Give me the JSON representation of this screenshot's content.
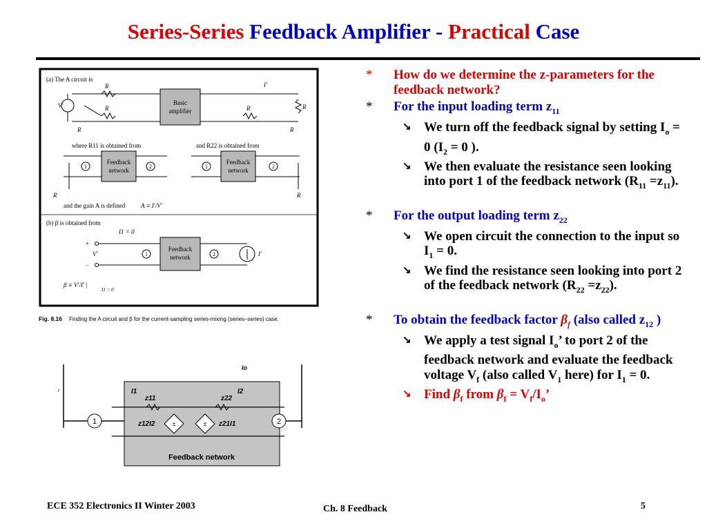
{
  "title": {
    "part1": "Series-Series",
    "part2": "Feedback Amplifier",
    "part3": "-",
    "part4": "Practical",
    "part5": "Case"
  },
  "colors": {
    "red": "#e00000",
    "blue": "#0000cc"
  },
  "figure_top": {
    "label_a": "(a)   The A circuit is",
    "basic_amp": [
      "Basic",
      "amplifier"
    ],
    "where_r11": "where R11 is obtained from",
    "and_r22": "and R22 is obtained from",
    "feedback_network": [
      "Feedback",
      "network"
    ],
    "gain_defined": "and the gain A is defined",
    "label_b": "(b)   β is obtained from",
    "i1_zero": "I1 = 0",
    "caption_bold": "Fig. 8.16",
    "caption": "Finding the A circuit and β for the current-sampling series-mixing (series–series) case."
  },
  "figure_bottom": {
    "label": "Feedback network",
    "i1": "I1",
    "i2": "I2",
    "z11": "z11",
    "z22": "z22",
    "z12i2": "z12I2",
    "z21i1": "z21I1",
    "io": "Io",
    "port1": "1",
    "port2": "2"
  },
  "bullets": {
    "b1": "How do we determine the z-parameters for the feedback network?",
    "b2_text": "For the input loading term z",
    "b2_sub": "11",
    "b3_text": "For the output loading term z",
    "b3_sub": "22",
    "b4_text": "To obtain the feedback factor",
    "b4_tail": "(also called z",
    "b4_sub": "12"
  },
  "footer": {
    "left": "ECE 352  Electronics II Winter 2003",
    "center": "Ch. 8 Feedback",
    "page": "5"
  }
}
